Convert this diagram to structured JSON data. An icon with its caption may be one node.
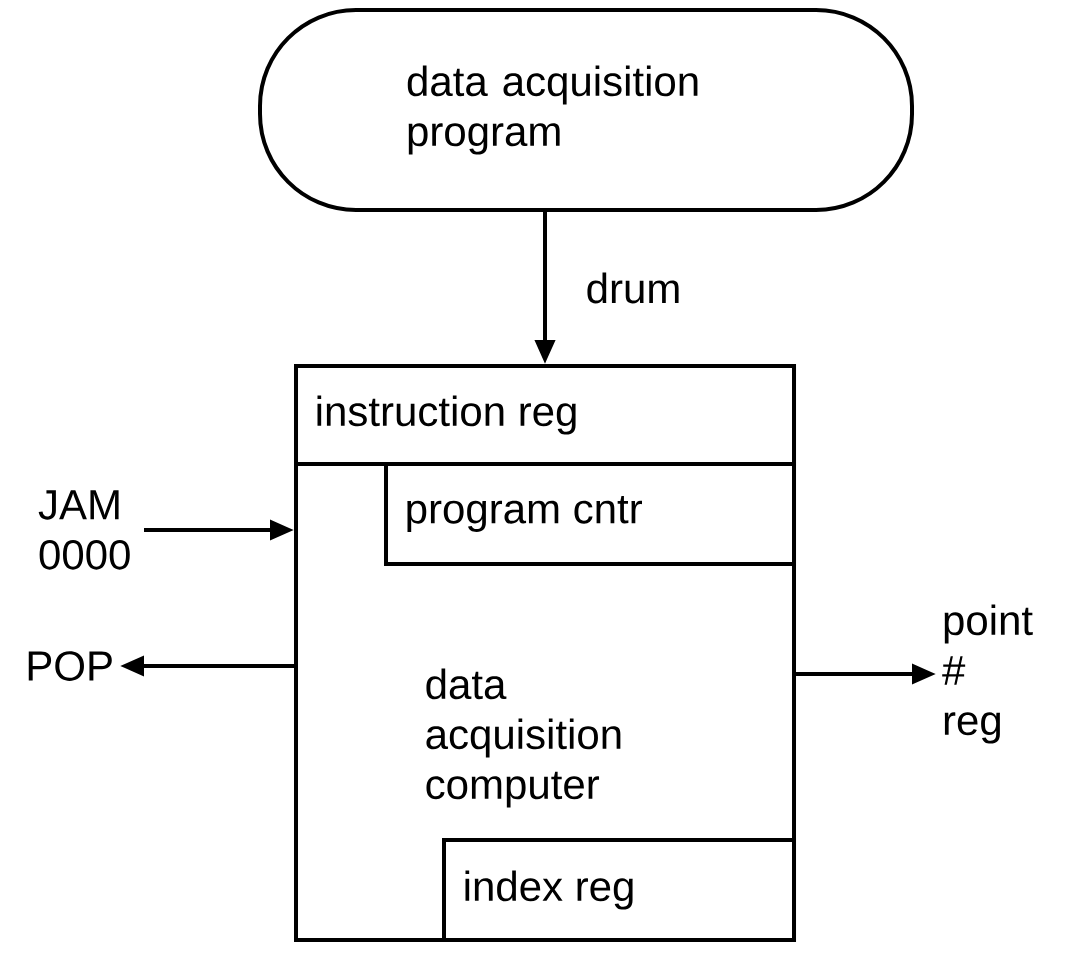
{
  "diagram": {
    "nodes": [
      {
        "text": [
          "data acquisition program"
        ]
      },
      {
        "text": [
          "data acquisition computer"
        ]
      },
      {
        "text": [
          "instruction reg"
        ],
        "in": 1
      },
      {
        "text": [
          "program cntr"
        ],
        "in": 1
      },
      {
        "text": [
          "index reg"
        ],
        "in": 1
      },
      {
        "text": [
          "JAM 0000"
        ]
      },
      {
        "text": [
          "POP"
        ]
      },
      {
        "text": [
          "point # reg"
        ]
      }
    ],
    "edges": [
      {
        "from": 0,
        "to": 1,
        "arrow": "to",
        "label": "drum"
      },
      {
        "from": 5,
        "to": 1,
        "arrow": "to"
      },
      {
        "from": 1,
        "to": 6,
        "arrow": "to"
      },
      {
        "from": 1,
        "to": 7,
        "arrow": "to"
      }
    ]
  }
}
